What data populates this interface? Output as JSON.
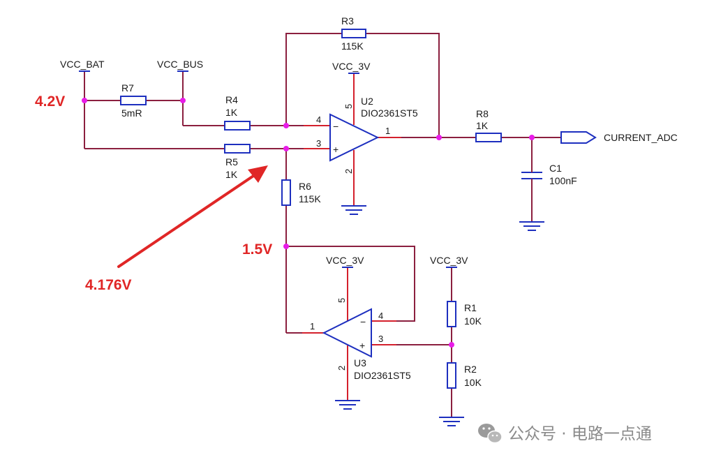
{
  "nets": {
    "vcc_bat": "VCC_BAT",
    "vcc_bus": "VCC_BUS",
    "vcc_3v_u2": "VCC_3V",
    "vcc_3v_u3": "VCC_3V",
    "vcc_3v_div": "VCC_3V",
    "current_adc": "CURRENT_ADC"
  },
  "components": {
    "r3": {
      "ref": "R3",
      "value": "115K"
    },
    "r7": {
      "ref": "R7",
      "value": "5mR"
    },
    "r4": {
      "ref": "R4",
      "value": "1K"
    },
    "r5": {
      "ref": "R5",
      "value": "1K"
    },
    "r6": {
      "ref": "R6",
      "value": "115K"
    },
    "r8": {
      "ref": "R8",
      "value": "1K"
    },
    "c1": {
      "ref": "C1",
      "value": "100nF"
    },
    "r1": {
      "ref": "R1",
      "value": "10K"
    },
    "r2": {
      "ref": "R2",
      "value": "10K"
    },
    "u2": {
      "ref": "U2",
      "part": "DIO2361ST5"
    },
    "u3": {
      "ref": "U3",
      "part": "DIO2361ST5"
    }
  },
  "pins": {
    "u2": {
      "inv": "4",
      "noninv": "3",
      "out": "1",
      "vcc": "5",
      "gnd": "2",
      "minus": "−",
      "plus": "+"
    },
    "u3": {
      "inv": "4",
      "noninv": "3",
      "out": "1",
      "vcc": "5",
      "gnd": "2",
      "minus": "−",
      "plus": "+"
    }
  },
  "annotations": {
    "v_bat": "4.2V",
    "v_arrow": "4.176V",
    "v_ref": "1.5V"
  },
  "watermark": {
    "text": "公众号 · 电路一点通",
    "icon": "wechat-icon"
  },
  "colors": {
    "wire": "#8b1f3f",
    "lead": "#d4202c",
    "symbol": "#1d2fbf",
    "junction": "#e81ce8",
    "annotation": "#e02626"
  }
}
